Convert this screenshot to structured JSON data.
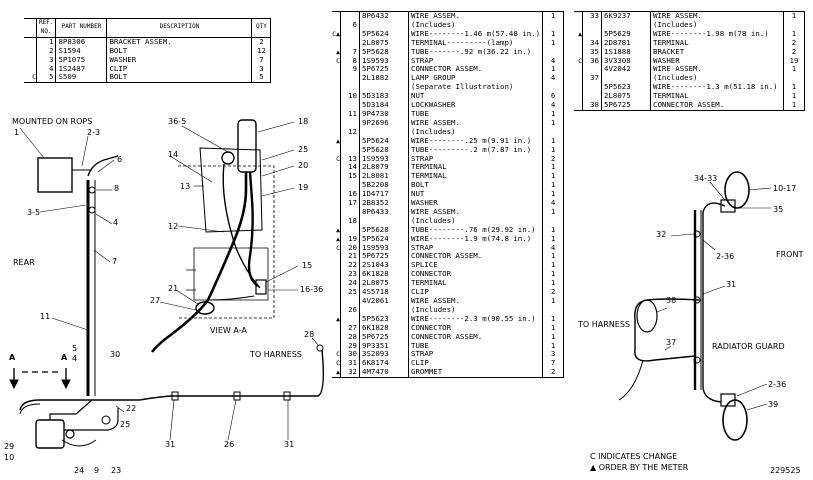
{
  "small_table": {
    "headers": [
      "REF. NO.",
      "PART NUMBER",
      "DESCRIPTION",
      "QTY"
    ],
    "rows": [
      {
        "mark": "",
        "ref": "1",
        "part": "8P8306",
        "desc": "BRACKET ASSEM.",
        "qty": "2"
      },
      {
        "mark": "",
        "ref": "2",
        "part": "S1594",
        "desc": "BOLT",
        "qty": "12"
      },
      {
        "mark": "",
        "ref": "3",
        "part": "5P1075",
        "desc": "WASHER",
        "qty": "7"
      },
      {
        "mark": "",
        "ref": "4",
        "part": "1S2487",
        "desc": "CLIP",
        "qty": "3"
      },
      {
        "mark": "C",
        "ref": "5",
        "part": "S509",
        "desc": "BOLT",
        "qty": "5"
      }
    ]
  },
  "left_labels": {
    "mounted": "MOUNTED ON ROPS",
    "rear": "REAR",
    "view": "VIEW A-A",
    "to_harness": "TO HARNESS",
    "a_left": "A",
    "a_right": "A",
    "n1": "1",
    "n2_3": "2-3",
    "n6": "6",
    "n8": "8",
    "n3_5": "3-5",
    "n4": "4",
    "n7": "7",
    "n11": "11",
    "n5": "5",
    "n4b": "4",
    "n30": "30",
    "n22": "22",
    "n25": "25",
    "n29": "29",
    "n10": "10",
    "n24": "24",
    "n9": "9",
    "n23": "23",
    "n31a": "31",
    "n26": "26",
    "n31b": "31",
    "n28": "28",
    "n36_5": "36-5",
    "n14": "14",
    "n13": "13",
    "n12": "12",
    "n18": "18",
    "n25b": "25",
    "n20": "20",
    "n19": "19",
    "n15": "15",
    "n16_36": "16-36",
    "n21": "21",
    "n27": "27"
  },
  "main_table": {
    "rows": [
      {
        "mark": "",
        "ref": "",
        "part": "8P6432",
        "desc": "WIRE ASSEM.",
        "qty": "1"
      },
      {
        "mark": "",
        "ref": "6",
        "part": "",
        "desc": "(Includes)",
        "qty": ""
      },
      {
        "mark": "C▲",
        "ref": "",
        "part": "5P5624",
        "desc": "WIRE--------1.46 m(57.48 in.)",
        "qty": "1"
      },
      {
        "mark": "",
        "ref": "",
        "part": "2L8075",
        "desc": "TERMINAL---------(lamp)",
        "qty": "1"
      },
      {
        "mark": "▲",
        "ref": "7",
        "part": "5P5628",
        "desc": "TUBE-------.92 m(36.22 in.)",
        "qty": ""
      },
      {
        "mark": "C",
        "ref": "8",
        "part": "1S9593",
        "desc": "STRAP",
        "qty": "4"
      },
      {
        "mark": "",
        "ref": "9",
        "part": "5P6725",
        "desc": "CONNECTOR ASSEM.",
        "qty": "1"
      },
      {
        "mark": "",
        "ref": "",
        "part": "2L1882",
        "desc": "LAMP GROUP",
        "qty": "4"
      },
      {
        "mark": "",
        "ref": "",
        "part": "",
        "desc": "(Separate Illustration)",
        "qty": ""
      },
      {
        "mark": "",
        "ref": "10",
        "part": "5D3183",
        "desc": "NUT",
        "qty": "6"
      },
      {
        "mark": "",
        "ref": "",
        "part": "5D3184",
        "desc": "LOCKWASHER",
        "qty": "4"
      },
      {
        "mark": "",
        "ref": "11",
        "part": "9P4730",
        "desc": "TUBE",
        "qty": "1"
      },
      {
        "mark": "",
        "ref": "",
        "part": "9P2696",
        "desc": "WIRE ASSEM.",
        "qty": "1"
      },
      {
        "mark": "",
        "ref": "12",
        "part": "",
        "desc": "(Includes)",
        "qty": ""
      },
      {
        "mark": "▲",
        "ref": "",
        "part": "5P5624",
        "desc": "WIRE--------.25 m(9.91 in.)",
        "qty": "1"
      },
      {
        "mark": "",
        "ref": "",
        "part": "5P5628",
        "desc": "TUBE---------.2 m(7.87 in.)",
        "qty": "1"
      },
      {
        "mark": "C",
        "ref": "13",
        "part": "1S9593",
        "desc": "STRAP",
        "qty": "2"
      },
      {
        "mark": "",
        "ref": "14",
        "part": "2L8079",
        "desc": "TERMINAL",
        "qty": "1"
      },
      {
        "mark": "",
        "ref": "15",
        "part": "2L8081",
        "desc": "TERMINAL",
        "qty": "1"
      },
      {
        "mark": "",
        "ref": "",
        "part": "5B2208",
        "desc": "BOLT",
        "qty": "1"
      },
      {
        "mark": "",
        "ref": "16",
        "part": "1D4717",
        "desc": "NUT",
        "qty": "1"
      },
      {
        "mark": "",
        "ref": "17",
        "part": "2B8352",
        "desc": "WASHER",
        "qty": "4"
      },
      {
        "mark": "",
        "ref": "",
        "part": "8P6433",
        "desc": "WIRE ASSEM.",
        "qty": "1"
      },
      {
        "mark": "",
        "ref": "18",
        "part": "",
        "desc": "(Includes)",
        "qty": ""
      },
      {
        "mark": "▲",
        "ref": "",
        "part": "5P5628",
        "desc": "TUBE--------.76 m(29.92 in.)",
        "qty": "1"
      },
      {
        "mark": "▲",
        "ref": "19",
        "part": "5P5624",
        "desc": "WIRE--------1.9 m(74.8 in.)",
        "qty": "1"
      },
      {
        "mark": "C",
        "ref": "20",
        "part": "1S9593",
        "desc": "STRAP",
        "qty": "4"
      },
      {
        "mark": "",
        "ref": "21",
        "part": "5P6725",
        "desc": "CONNECTOR ASSEM.",
        "qty": "1"
      },
      {
        "mark": "",
        "ref": "22",
        "part": "2S1043",
        "desc": "SPLICE",
        "qty": "1"
      },
      {
        "mark": "",
        "ref": "23",
        "part": "6K1828",
        "desc": "CONNECTOR",
        "qty": "1"
      },
      {
        "mark": "",
        "ref": "24",
        "part": "2L8075",
        "desc": "TERMINAL",
        "qty": "1"
      },
      {
        "mark": "",
        "ref": "25",
        "part": "4S5718",
        "desc": "CLIP",
        "qty": "2"
      },
      {
        "mark": "",
        "ref": "",
        "part": "4V2061",
        "desc": "WIRE ASSEM.",
        "qty": "1"
      },
      {
        "mark": "",
        "ref": "26",
        "part": "",
        "desc": "(Includes)",
        "qty": ""
      },
      {
        "mark": "▲",
        "ref": "",
        "part": "5P5623",
        "desc": "WIRE--------2.3 m(90.55 in.)",
        "qty": "1"
      },
      {
        "mark": "",
        "ref": "27",
        "part": "6K1828",
        "desc": "CONNECTOR",
        "qty": "1"
      },
      {
        "mark": "",
        "ref": "28",
        "part": "5P6725",
        "desc": "CONNECTOR ASSEM.",
        "qty": "1"
      },
      {
        "mark": "",
        "ref": "29",
        "part": "9P3351",
        "desc": "TUBE",
        "qty": "1"
      },
      {
        "mark": "C",
        "ref": "30",
        "part": "3S2093",
        "desc": "STRAP",
        "qty": "3"
      },
      {
        "mark": "C",
        "ref": "31",
        "part": "6K8174",
        "desc": "CLIP",
        "qty": "7"
      },
      {
        "mark": "▲",
        "ref": "32",
        "part": "4M7470",
        "desc": "GROMMET",
        "qty": "2"
      }
    ]
  },
  "right_table": {
    "rows": [
      {
        "mark": "",
        "ref": "33",
        "part": "6K9237",
        "desc": "WIRE ASSEM.",
        "qty": "1"
      },
      {
        "mark": "",
        "ref": "",
        "part": "",
        "desc": "(Includes)",
        "qty": ""
      },
      {
        "mark": "▲",
        "ref": "",
        "part": "5P5629",
        "desc": "WIRE--------1.98 m(78 in.)",
        "qty": "1"
      },
      {
        "mark": "",
        "ref": "34",
        "part": "2D8781",
        "desc": "TERMINAL",
        "qty": "2"
      },
      {
        "mark": "",
        "ref": "35",
        "part": "1S1888",
        "desc": "BRACKET",
        "qty": "2"
      },
      {
        "mark": "C",
        "ref": "36",
        "part": "3V3308",
        "desc": "WASHER",
        "qty": "19"
      },
      {
        "mark": "",
        "ref": "",
        "part": "4V2042",
        "desc": "WIRE ASSEM.",
        "qty": "1"
      },
      {
        "mark": "",
        "ref": "37",
        "part": "",
        "desc": "(Includes)",
        "qty": ""
      },
      {
        "mark": "",
        "ref": "",
        "part": "5P5623",
        "desc": "WIRE--------1.3 m(51.18 in.)",
        "qty": "1"
      },
      {
        "mark": "",
        "ref": "",
        "part": "2L8075",
        "desc": "TERMINAL",
        "qty": "1"
      },
      {
        "mark": "",
        "ref": "38",
        "part": "5P6725",
        "desc": "CONNECTOR ASSEM.",
        "qty": "1"
      }
    ]
  },
  "right_labels": {
    "front": "FRONT",
    "to_harness": "TO HARNESS",
    "radiator": "RADIATOR GUARD",
    "n34_33": "34-33",
    "n10_17": "10-17",
    "n35": "35",
    "n32": "32",
    "n2_36a": "2-36",
    "n31": "31",
    "n38": "38",
    "n37": "37",
    "n2_36b": "2-36",
    "n39": "39"
  },
  "notes": {
    "change": "C INDICATES CHANGE",
    "meter": "▲ ORDER BY THE METER",
    "figure_no": "229525"
  }
}
